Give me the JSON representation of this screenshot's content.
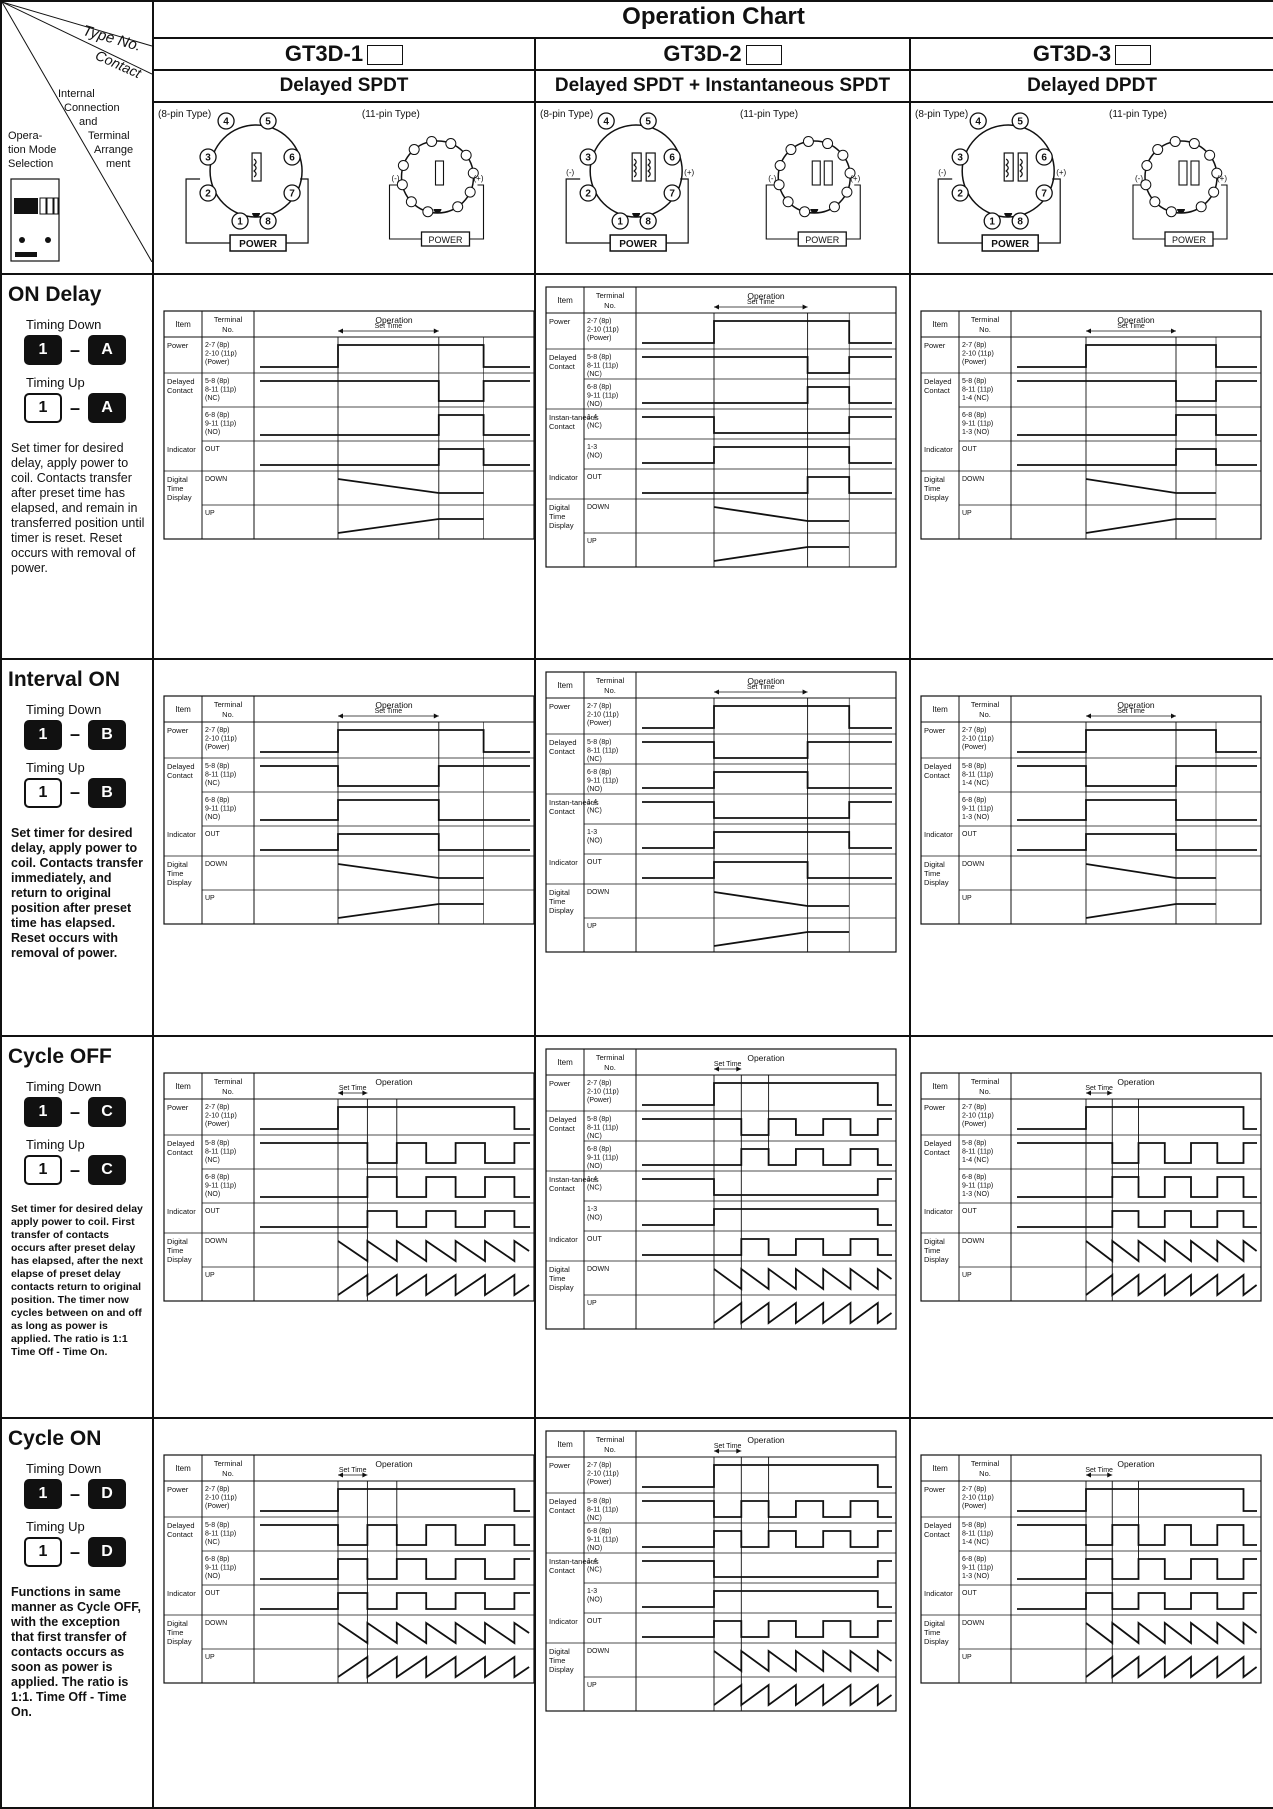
{
  "header": {
    "corner_labels": {
      "type_no": "Type No.",
      "contact": "Contact",
      "internal": "Internal",
      "connection": "Connection",
      "and": "and",
      "terminal": "Terminal",
      "arrangement_a": "Arrange",
      "arrangement_b": "ment",
      "opera": "Opera-",
      "tion_mode": "tion Mode",
      "selection": "Selection"
    },
    "title": "Operation Chart",
    "types": [
      {
        "name": "GT3D-1",
        "contact": "Delayed SPDT"
      },
      {
        "name": "GT3D-2",
        "contact": "Delayed SPDT + Instantaneous SPDT"
      },
      {
        "name": "GT3D-3",
        "contact": "Delayed DPDT"
      }
    ],
    "pin_8": "(8-pin Type)",
    "pin_11": "(11-pin Type)",
    "power_label": "POWER",
    "plus": "(+)",
    "minus": "(-)"
  },
  "modes": [
    {
      "title": "ON Delay",
      "down_label": "Timing Down",
      "up_label": "Timing Up",
      "key_num": "1",
      "key_letter": "A",
      "desc": "Set timer for desired delay, apply power to coil. Contacts transfer after preset time has elapsed, and remain in transferred position until timer is reset. Reset occurs with removal of power."
    },
    {
      "title": "Interval ON",
      "down_label": "Timing Down",
      "up_label": "Timing Up",
      "key_num": "1",
      "key_letter": "B",
      "desc": "Set timer for desired delay, apply power to coil. Contacts transfer immediately, and return to original position after preset time has elapsed. Reset occurs with removal of power."
    },
    {
      "title": "Cycle OFF",
      "down_label": "Timing Down",
      "up_label": "Timing Up",
      "key_num": "1",
      "key_letter": "C",
      "desc": "Set timer for desired delay apply power to coil. First transfer of contacts occurs after preset delay has elapsed, after the next elapse of preset delay contacts return to original position. The timer now cycles between on and off as long as power is applied. The ratio is 1:1 Time Off - Time On."
    },
    {
      "title": "Cycle ON",
      "down_label": "Timing Down",
      "up_label": "Timing Up",
      "key_num": "1",
      "key_letter": "D",
      "desc": "Functions in same manner as Cycle OFF, with the exception that first transfer of contacts occurs as soon as power is applied. The ratio is 1:1. Time Off - Time On."
    }
  ],
  "chart": {
    "col_item": "Item",
    "col_terminal": "Terminal No.",
    "col_operation": "Operation",
    "set_time": "Set Time",
    "power": "Power",
    "power_terms": [
      "2-7 (8p)",
      "2-10 (11p)",
      "(Power)"
    ],
    "delayed_contact": "Delayed Contact",
    "nc_terms_1": [
      "5-8 (8p)",
      "8-11 (11p)",
      "(NC)"
    ],
    "no_terms_1": [
      "6-8 (8p)",
      "9-11 (11p)",
      "(NO)"
    ],
    "nc_terms_3": [
      "5-8 (8p)",
      "8-11 (11p)",
      "1-4 (NC)"
    ],
    "no_terms_3": [
      "6-8 (8p)",
      "9-11 (11p)",
      "1-3 (NO)"
    ],
    "instantaneous_contact": "Instan-taneous Contact",
    "inst_nc": [
      "1-4",
      "(NC)"
    ],
    "inst_no": [
      "1-3",
      "(NO)"
    ],
    "indicator": "Indicator",
    "out": "OUT",
    "digital_display": "Digital Time Display",
    "down": "DOWN",
    "up": "UP"
  }
}
